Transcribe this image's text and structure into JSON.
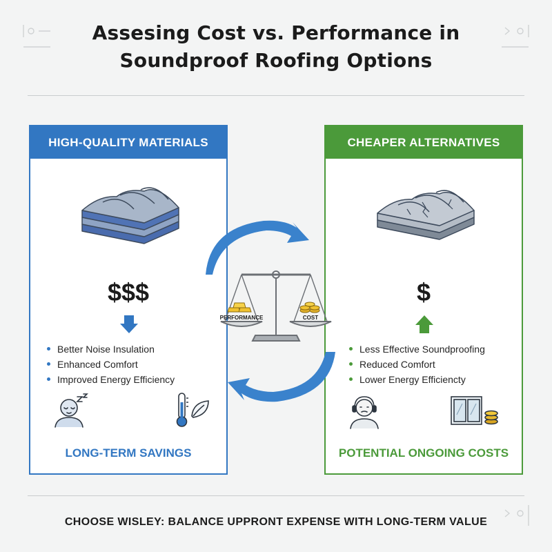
{
  "title": {
    "line1": "Assesing Cost vs. Performance in",
    "line2": "Soundproof Roofing Options"
  },
  "left_panel": {
    "header": "HIGH-QUALITY MATERIALS",
    "price": "$$$",
    "bullets": [
      "Better Noise Insulation",
      "Enhanced Comfort",
      "Improved Energy Efficiency"
    ],
    "footer": "LONG-TERM SAVINGS",
    "icons": [
      "layered-roof-tiles-icon",
      "arrow-down-icon",
      "sleeping-person-icon",
      "thermometer-leaf-icon"
    ],
    "accent": "#3277c2"
  },
  "right_panel": {
    "header": "CHEAPER ALTERNATIVES",
    "price": "$",
    "bullets": [
      "Less Effective Soundproofing",
      "Reduced Comfort",
      "Lower Energy Efficiencty"
    ],
    "footer": "POTENTIAL ONGOING COSTS",
    "icons": [
      "cracked-roof-tiles-icon",
      "arrow-up-icon",
      "person-headphones-icon",
      "window-coins-icon"
    ],
    "accent": "#4b9a3a"
  },
  "scale": {
    "left_label": "PERFORMANCE",
    "right_label": "COST"
  },
  "bottom_text": "CHOOSE WISLEY: BALANCE UPPRONT EXPENSE WITH LONG-TERM VALUE"
}
